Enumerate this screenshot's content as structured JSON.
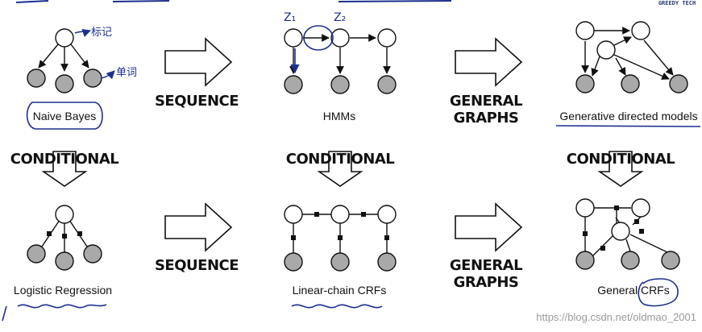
{
  "models": {
    "naive_bayes": "Naive Bayes",
    "hmms": "HMMs",
    "generative_directed": "Generative directed models",
    "logistic_regression": "Logistic Regression",
    "linear_chain_crfs": "Linear-chain CRFs",
    "general_crfs": "General CRFs"
  },
  "transitions": {
    "sequence": "SEQUENCE",
    "general_line1": "GENERAL",
    "general_line2": "GRAPHS",
    "conditional": "CONDITIONAL"
  },
  "annotations": {
    "class_note": "标记",
    "word_note": "单词",
    "z1": "Z₁",
    "z2": "Z₂"
  },
  "watermark": "https://blog.csdn.net/oldmao_2001",
  "logo_text": "GREEDY TECH",
  "colors": {
    "observed_node": "#a9a9a9",
    "hidden_node": "#ffffff",
    "ink": "#1d2f8f",
    "watermark": "#9a9a9a"
  }
}
